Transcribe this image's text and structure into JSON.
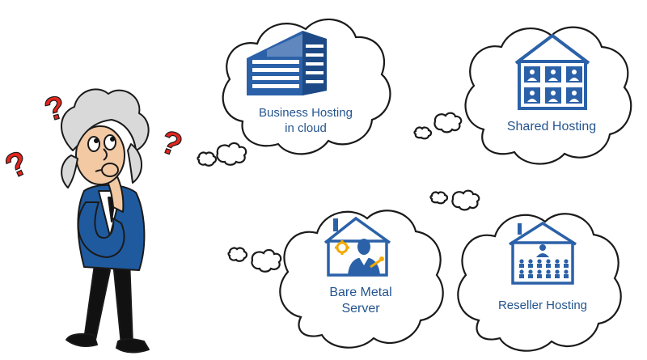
{
  "colors": {
    "accent": "#2b61a8",
    "label": "#24558f",
    "question_mark": "#e3261f",
    "jacket": "#1f5a9e",
    "outline": "#1a1a1a"
  },
  "icons": [
    "office-building-icon",
    "apartment-house-icon",
    "server-admin-house-icon",
    "reseller-office-icon",
    "question-mark-icon"
  ],
  "clouds": {
    "business": {
      "line1": "Business Hosting",
      "line2": "in cloud"
    },
    "shared": {
      "label": "Shared Hosting"
    },
    "baremetal": {
      "line1": "Bare Metal",
      "line2": "Server"
    },
    "reseller": {
      "label": "Reseller Hosting"
    }
  }
}
